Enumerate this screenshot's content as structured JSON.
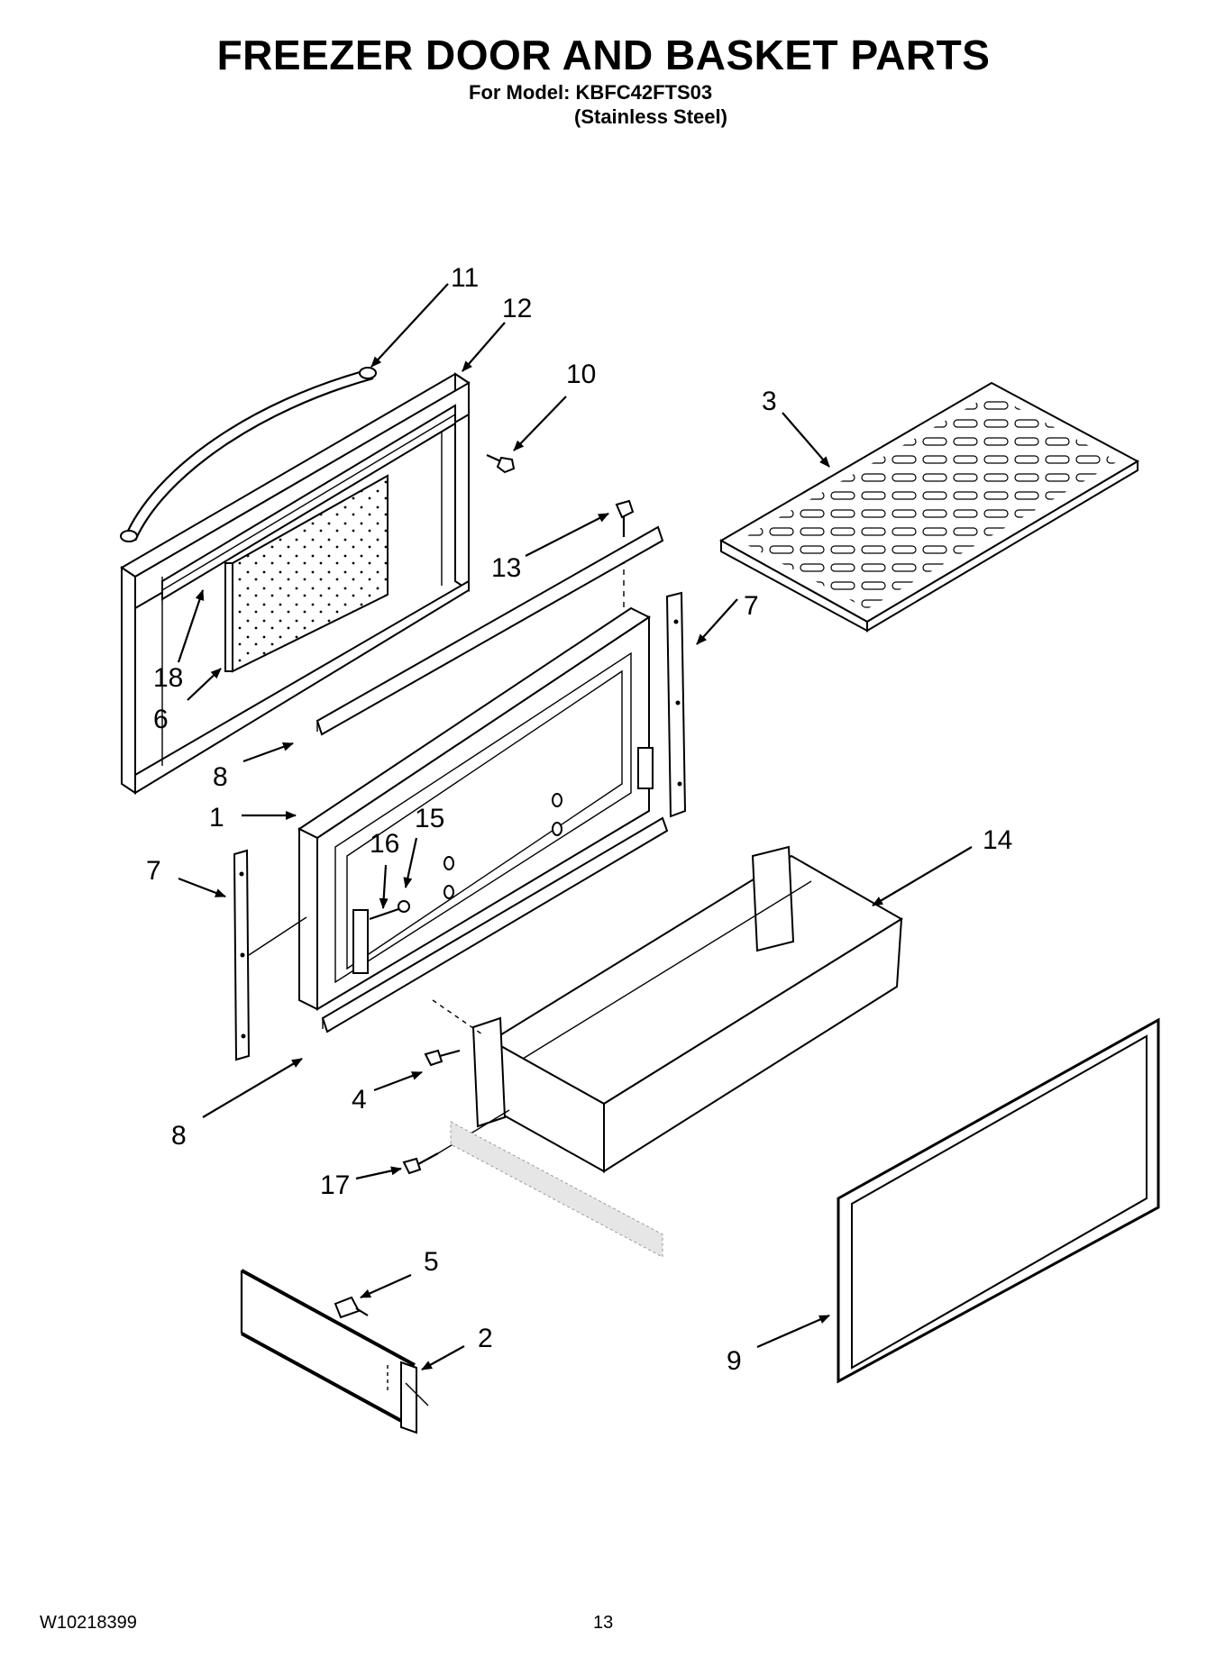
{
  "header": {
    "title": "FREEZER DOOR AND BASKET PARTS",
    "model_line": "For Model: KBFC42FTS03",
    "variant_line": "(Stainless Steel)"
  },
  "callouts": {
    "c1": "1",
    "c2": "2",
    "c3": "3",
    "c4": "4",
    "c5": "5",
    "c6": "6",
    "c7a": "7",
    "c7b": "7",
    "c8a": "8",
    "c8b": "8",
    "c9": "9",
    "c10": "10",
    "c11": "11",
    "c12": "12",
    "c13": "13",
    "c14": "14",
    "c15": "15",
    "c16": "16",
    "c17": "17",
    "c18": "18"
  },
  "footer": {
    "doc_number": "W10218399",
    "page_number": "13"
  }
}
